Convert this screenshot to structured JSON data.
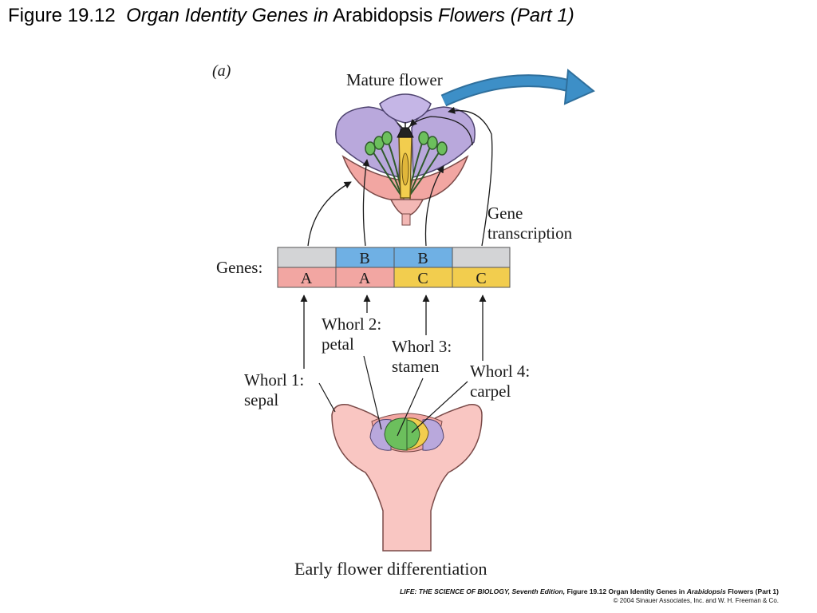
{
  "title": {
    "prefix": "Figure 19.12",
    "italic_1": "Organ Identity Genes in",
    "plain": "Arabidopsis",
    "italic_2": "Flowers (Part 1)"
  },
  "diagram": {
    "panel_label": "(a)",
    "mature_flower_label": "Mature flower",
    "gene_transcription_label": [
      "Gene",
      "transcription"
    ],
    "genes_label": "Genes:",
    "gene_rows": {
      "top": [
        "",
        "B",
        "B",
        ""
      ],
      "bottom": [
        "A",
        "A",
        "C",
        "C"
      ]
    },
    "whorls": [
      {
        "lines": [
          "Whorl 1:",
          "sepal"
        ]
      },
      {
        "lines": [
          "Whorl 2:",
          "petal"
        ]
      },
      {
        "lines": [
          "Whorl 3:",
          "stamen"
        ]
      },
      {
        "lines": [
          "Whorl 4:",
          "carpel"
        ]
      }
    ],
    "early_label": "Early flower differentiation",
    "colors": {
      "sepal": "#f2a6a2",
      "petal": "#b9a8dc",
      "stamen": "#6cbf5d",
      "carpel": "#f2cd4e",
      "b_cell": "#6fb0e4",
      "empty_cell": "#d3d4d6",
      "arrow_blue": "#3d8fc7"
    }
  },
  "credit": {
    "book_italic": "LIFE: THE SCIENCE OF BIOLOGY, Seventh Edition,",
    "text_1": "Figure 19.12 Organ Identity Genes in",
    "species_italic": "Arabidopsis",
    "text_2": "Flowers (Part 1)",
    "copyright": "© 2004 Sinauer Associates, Inc. and W. H. Freeman & Co."
  }
}
